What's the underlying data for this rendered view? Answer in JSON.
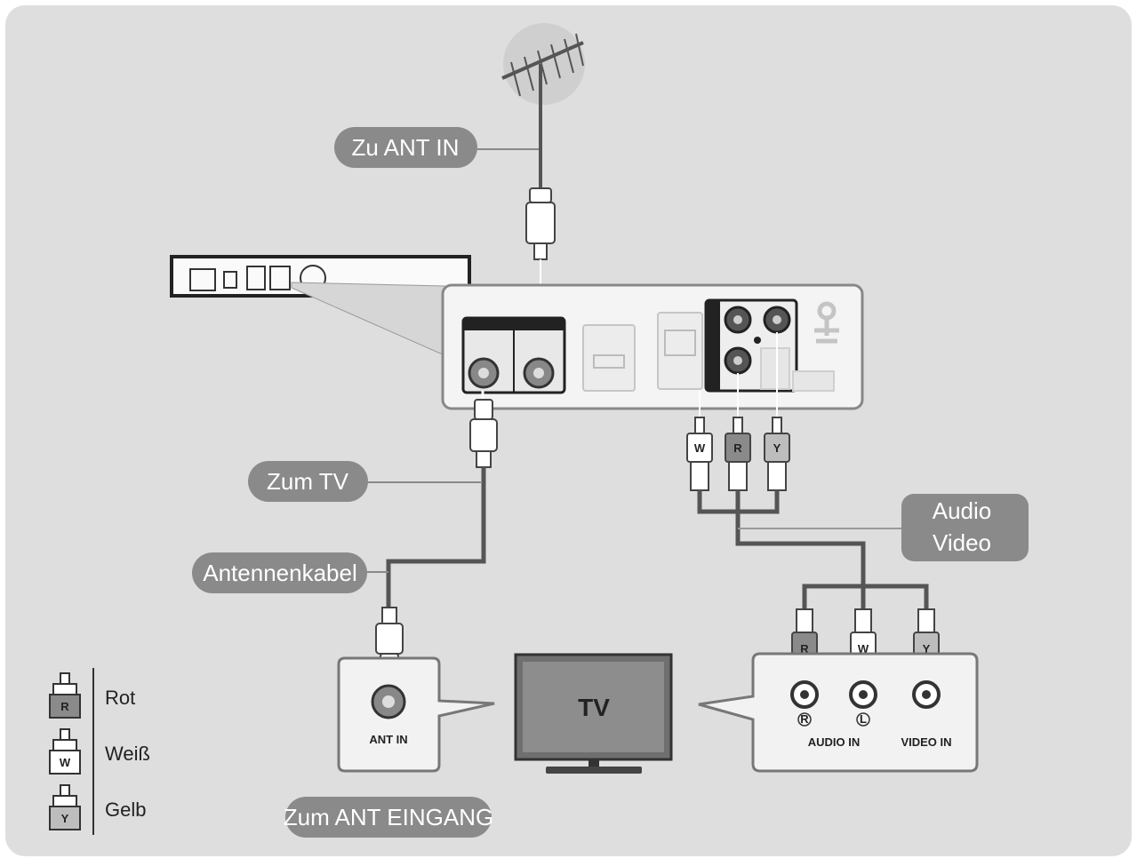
{
  "labels": {
    "zu_ant_in": "Zu ANT IN",
    "zum_tv": "Zum TV",
    "antennenkabel": "Antennenkabel",
    "audio": "Audio",
    "video": "Video",
    "zum_ant_eingang": "Zum ANT EINGANG"
  },
  "tv": {
    "screen_label": "TV",
    "ant_in": "ANT IN",
    "audio_in": "AUDIO IN",
    "video_in": "VIDEO IN",
    "jack_r": "R",
    "jack_l": "L"
  },
  "plugs": {
    "w": "W",
    "r": "R",
    "y": "Y"
  },
  "legend": [
    {
      "code": "R",
      "text": "Rot"
    },
    {
      "code": "W",
      "text": "Weiß"
    },
    {
      "code": "Y",
      "text": "Gelb"
    }
  ],
  "colors": {
    "background": "#dedede",
    "pill": "#8a8a8a",
    "cable": "#555555"
  }
}
